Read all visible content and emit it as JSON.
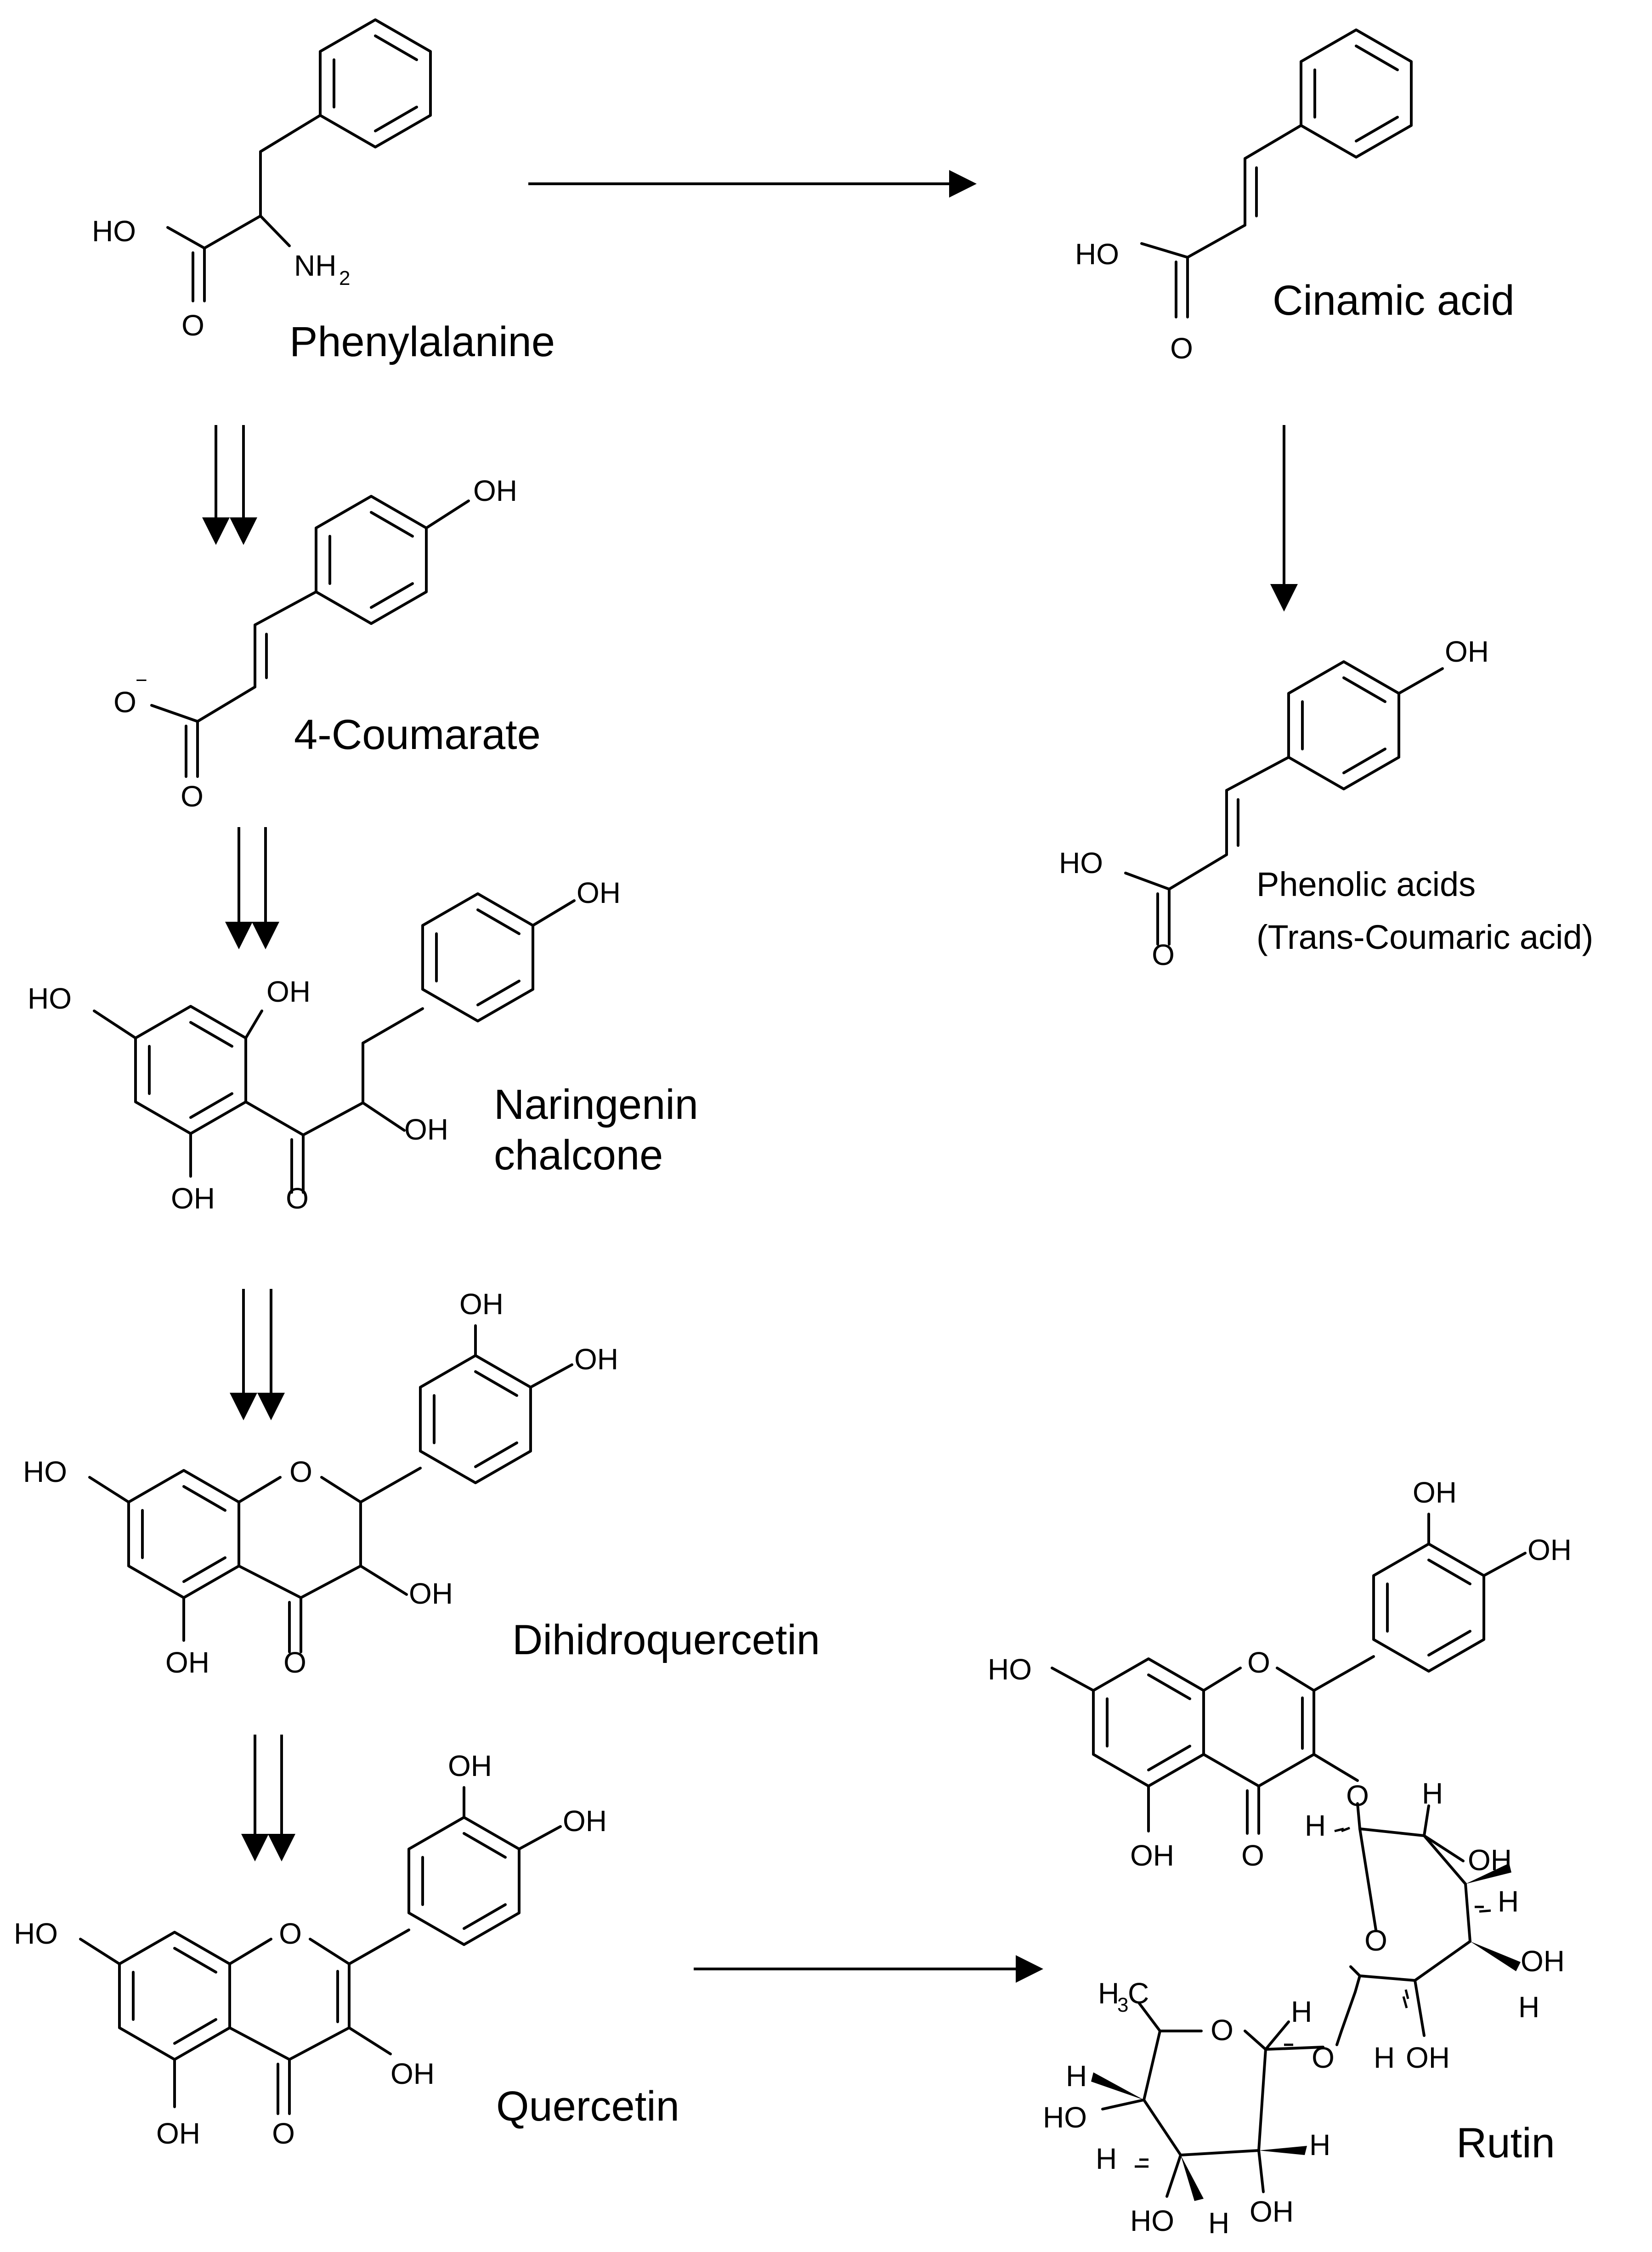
{
  "compounds": {
    "phenylalanine": "Phenylalanine",
    "cinamic_acid": "Cinamic acid",
    "coumarate": "4-Coumarate",
    "phenolic_acids_line1": "Phenolic acids",
    "phenolic_acids_line2": "(Trans-Coumaric acid)",
    "naringenin_line1": "Naringenin",
    "naringenin_line2": "chalcone",
    "dihidroquercetin": "Dihidroquercetin",
    "quercetin": "Quercetin",
    "rutin": "Rutin"
  },
  "atoms": {
    "HO": "HO",
    "OH": "OH",
    "O": "O",
    "H": "H",
    "NH": "NH",
    "two": "2",
    "minus": "−",
    "H3C_H": "H",
    "H3C_3": "3",
    "H3C_C": "C"
  },
  "colors": {
    "ink": "#000000",
    "background": "#ffffff"
  }
}
